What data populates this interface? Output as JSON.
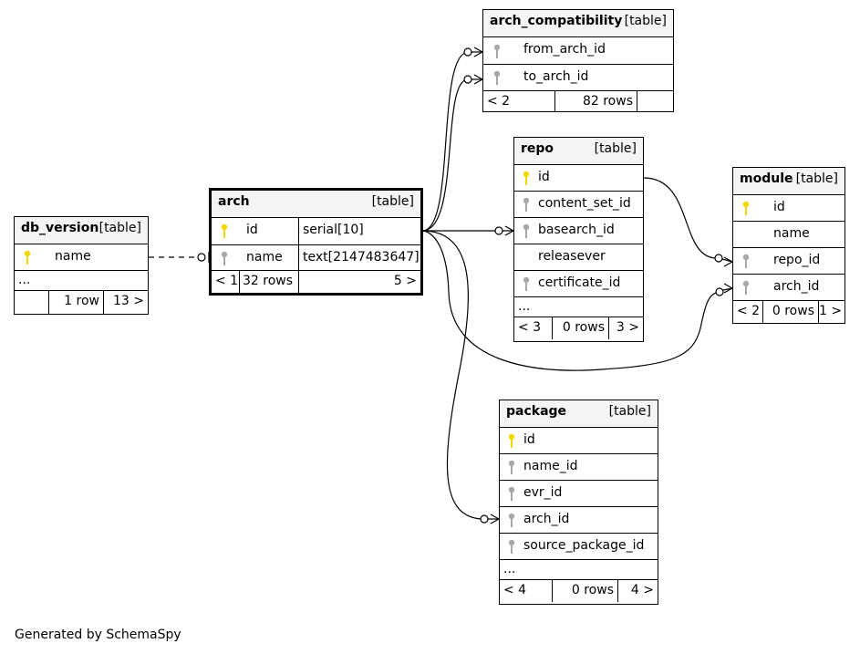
{
  "footer": "Generated by SchemaSpy",
  "tables": {
    "arch_compatibility": {
      "name": "arch_compatibility",
      "type": "[table]",
      "cols": [
        "from_arch_id",
        "to_arch_id"
      ],
      "footer": {
        "left": "< 2",
        "rows": "82 rows",
        "right": ""
      }
    },
    "repo": {
      "name": "repo",
      "type": "[table]",
      "cols": [
        "id",
        "content_set_id",
        "basearch_id",
        "releasever",
        "certificate_id"
      ],
      "more": "...",
      "footer": {
        "left": "< 3",
        "rows": "0 rows",
        "right": "3 >"
      }
    },
    "module": {
      "name": "module",
      "type": "[table]",
      "cols": [
        "id",
        "name",
        "repo_id",
        "arch_id"
      ],
      "footer": {
        "left": "< 2",
        "rows": "0 rows",
        "right": "1 >"
      }
    },
    "db_version": {
      "name": "db_version",
      "type": "[table]",
      "cols": [
        "name"
      ],
      "more": "...",
      "footer": {
        "left": "",
        "rows": "1 row",
        "right": "13 >"
      }
    },
    "arch": {
      "name": "arch",
      "type": "[table]",
      "cols": [
        {
          "name": "id",
          "dtype": "serial[10]"
        },
        {
          "name": "name",
          "dtype": "text[2147483647]"
        }
      ],
      "footer": {
        "left": "< 1",
        "rows": "32 rows",
        "right": "5 >"
      }
    },
    "package": {
      "name": "package",
      "type": "[table]",
      "cols": [
        "id",
        "name_id",
        "evr_id",
        "arch_id",
        "source_package_id"
      ],
      "more": "...",
      "footer": {
        "left": "< 4",
        "rows": "0 rows",
        "right": "4 >"
      }
    }
  },
  "colors": {
    "primary_key": "#f0d800",
    "foreign_key": "#a8a8a8",
    "header_bg": "#f4f4f4"
  }
}
